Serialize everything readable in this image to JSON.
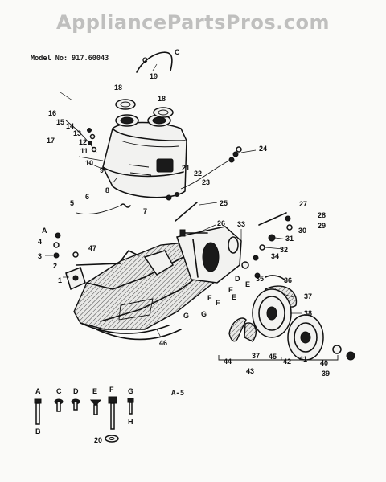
{
  "watermark": "AppliancePartsPros.com",
  "model_label": "Model No: 917.60043",
  "page_ref": "A-5",
  "callouts": {
    "n1": "1",
    "n2": "2",
    "n3": "3",
    "n4": "4",
    "n5": "5",
    "n6": "6",
    "n7": "7",
    "n8": "8",
    "n9": "9",
    "n10": "10",
    "n11": "11",
    "n12": "12",
    "n13": "13",
    "n14": "14",
    "n15": "15",
    "n16": "16",
    "n17": "17",
    "n18a": "18",
    "n18b": "18",
    "n19": "19",
    "n20": "20",
    "n21": "21",
    "n22": "22",
    "n23": "23",
    "n24": "24",
    "n25": "25",
    "n26": "26",
    "n27": "27",
    "n28": "28",
    "n29": "29",
    "n30": "30",
    "n31": "31",
    "n32": "32",
    "n33": "33",
    "n34": "34",
    "n35": "35",
    "n36": "36",
    "n37a": "37",
    "n37b": "37",
    "n38": "38",
    "n39": "39",
    "n40": "40",
    "n41": "41",
    "n42": "42",
    "n43": "43",
    "n44": "44",
    "n45": "45",
    "n46": "46",
    "n47": "47"
  },
  "letters": {
    "a_top": "A",
    "c1": "C",
    "c2": "C",
    "d1": "D",
    "e1": "E",
    "e2": "E",
    "e3": "E",
    "f1": "F",
    "f2": "F",
    "g1": "G",
    "g2": "G",
    "leg_a": "A",
    "leg_b": "B",
    "leg_c": "C",
    "leg_d": "D",
    "leg_e": "E",
    "leg_f": "F",
    "leg_g": "G",
    "leg_h": "H"
  }
}
